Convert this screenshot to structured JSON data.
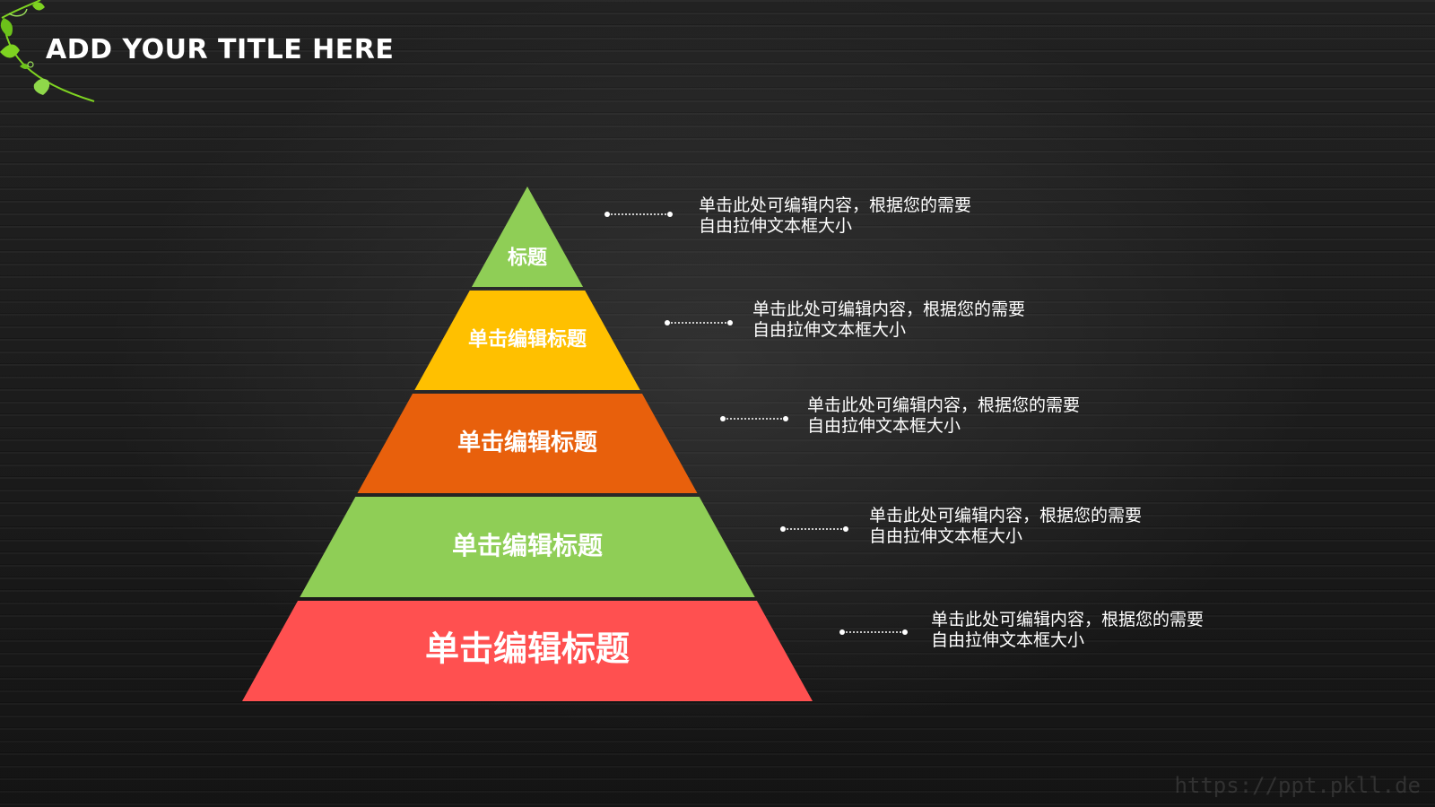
{
  "slide": {
    "title": "ADD YOUR TITLE HERE",
    "watermark": "https://ppt.pkll.de"
  },
  "pyramid": {
    "layers": [
      {
        "label": "标题",
        "color": "#8fce56",
        "description": "单击此处可编辑内容，根据您的需要自由拉伸文本框大小"
      },
      {
        "label": "单击编辑标题",
        "color": "#ffc000",
        "description": "单击此处可编辑内容，根据您的需要自由拉伸文本框大小"
      },
      {
        "label": "单击编辑标题",
        "color": "#e8600c",
        "description": "单击此处可编辑内容，根据您的需要自由拉伸文本框大小"
      },
      {
        "label": "单击编辑标题",
        "color": "#8fce56",
        "description": "单击此处可编辑内容，根据您的需要自由拉伸文本框大小"
      },
      {
        "label": "单击编辑标题",
        "color": "#ff5050",
        "description": "单击此处可编辑内容，根据您的需要自由拉伸文本框大小"
      }
    ]
  },
  "colors": {
    "background": "#1c1c1c",
    "text": "#ffffff",
    "vine": "#7ed321"
  }
}
